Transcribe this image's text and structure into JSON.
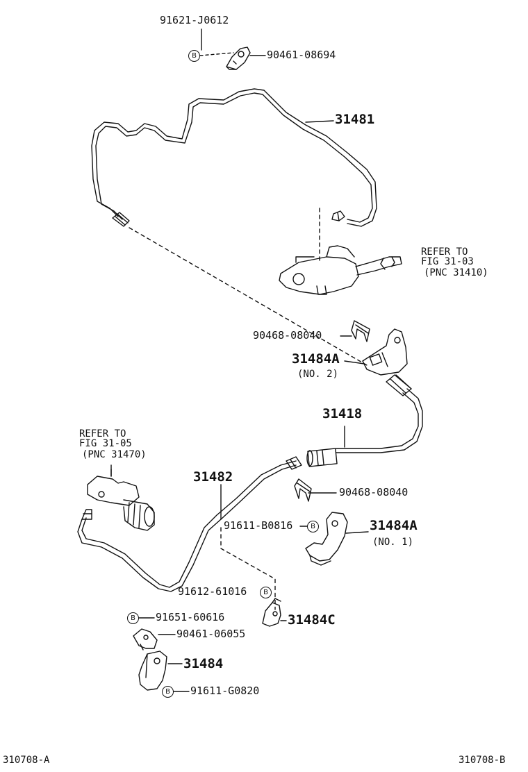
{
  "diagram": {
    "badge_letter": "B",
    "top": {
      "bolt_part": "91621-J0612",
      "clamp_part": "90461-08694"
    },
    "tube_upper": {
      "part": "31481"
    },
    "refer_master": {
      "line1": "REFER TO",
      "line2": "FIG 31-03",
      "line3": "(PNC 31410)"
    },
    "clip_upper": {
      "part": "90468-08040"
    },
    "bracket_no2": {
      "part": "31484A",
      "note": "(NO. 2)"
    },
    "hose": {
      "part": "31418"
    },
    "refer_release": {
      "line1": "REFER TO",
      "line2": "FIG 31-05",
      "line3": "(PNC 31470)"
    },
    "tube_lower": {
      "part": "31482"
    },
    "clip_lower": {
      "part": "90468-08040"
    },
    "bolt_no1": {
      "part": "91611-B0816"
    },
    "bracket_no1": {
      "part": "31484A",
      "note": "(NO. 1)"
    },
    "bolt_c": {
      "part": "91612-61016"
    },
    "bracket_c": {
      "part": "31484C"
    },
    "bolt_lower_left": {
      "part": "91651-60616"
    },
    "clamp_lower": {
      "part": "90461-06055"
    },
    "bracket_lower": {
      "part": "31484"
    },
    "bolt_bottom": {
      "part": "91611-G0820"
    },
    "footer": {
      "left_code": "310708-A",
      "right_code": "310708-B"
    }
  }
}
